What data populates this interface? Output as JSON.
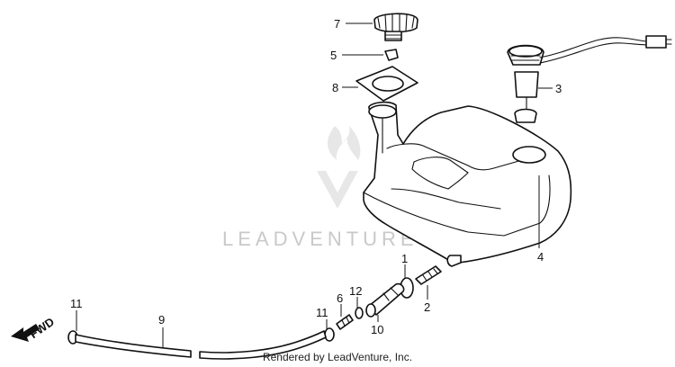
{
  "callouts": {
    "c1": "1",
    "c2": "2",
    "c3": "3",
    "c4": "4",
    "c5": "5",
    "c6": "6",
    "c7": "7",
    "c8": "8",
    "c9": "9",
    "c10": "10",
    "c11a": "11",
    "c11b": "11",
    "c12": "12"
  },
  "fwd_label": "FWD",
  "watermark": {
    "text": "LEADVENTURE"
  },
  "credit": "Rendered by LeadVenture, Inc."
}
